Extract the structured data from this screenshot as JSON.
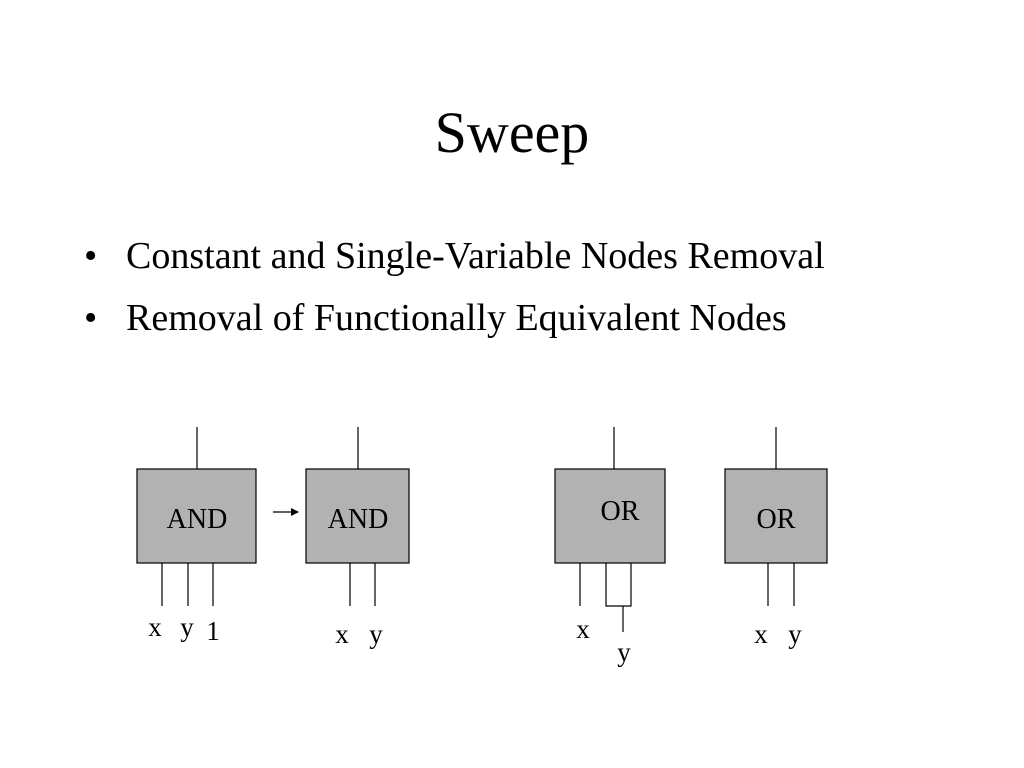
{
  "slide": {
    "title": "Sweep"
  },
  "bullets": [
    {
      "marker": "•",
      "text": "Constant and Single-Variable Nodes Removal"
    },
    {
      "marker": "•",
      "text": "Removal of Functionally Equivalent Nodes"
    }
  ],
  "diagram": {
    "gate_fill": "#b2b2b2",
    "gates": [
      {
        "label": "AND",
        "inputs": [
          "x",
          "y",
          "1"
        ]
      },
      {
        "label": "AND",
        "inputs": [
          "x",
          "y"
        ]
      },
      {
        "label": "OR",
        "inputs": [
          "x",
          "y"
        ]
      },
      {
        "label": "OR",
        "inputs": [
          "x",
          "y"
        ]
      }
    ]
  }
}
